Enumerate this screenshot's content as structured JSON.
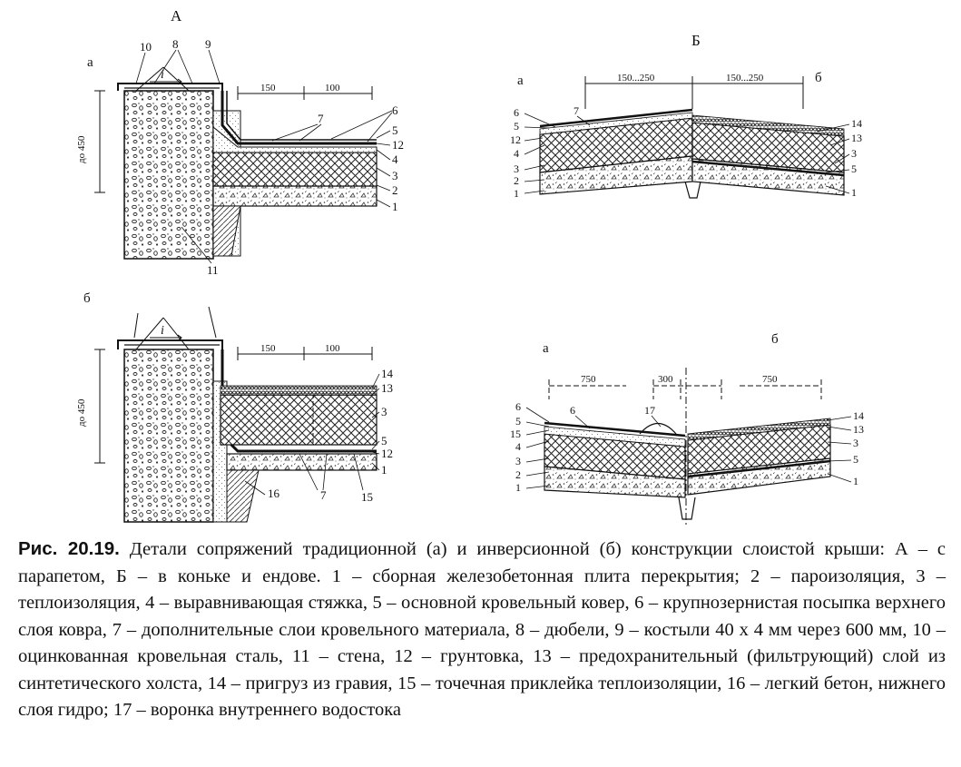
{
  "panels": {
    "A": {
      "title": "А",
      "sub_a": "а",
      "sub_b": "б",
      "dim_vertical": "до 450",
      "dim_1": "150",
      "dim_2": "100",
      "slope": "i"
    },
    "B": {
      "title": "Б",
      "sub_a_top": "а",
      "sub_b_top": "б",
      "dim_top_left": "150...250",
      "dim_top_right": "150...250",
      "sub_a_bottom": "а",
      "sub_b_bottom": "б",
      "dim_bot_1": "750",
      "dim_bot_2": "300",
      "dim_bot_3": "750"
    }
  },
  "callouts": {
    "Aa": [
      "10",
      "8",
      "9",
      "7",
      "6",
      "5",
      "12",
      "4",
      "3",
      "2",
      "1",
      "11"
    ],
    "Ab": [
      "14",
      "13",
      "3",
      "5",
      "12",
      "1",
      "16",
      "7",
      "15"
    ],
    "Ba_left": [
      "6",
      "5",
      "12",
      "4",
      "3",
      "2",
      "1",
      "7"
    ],
    "Ba_right": [
      "14",
      "13",
      "3",
      "5",
      "1"
    ],
    "Bb_left": [
      "6",
      "5",
      "15",
      "4",
      "3",
      "2",
      "1",
      "6",
      "17"
    ],
    "Bb_right": [
      "14",
      "13",
      "3",
      "5",
      "1"
    ]
  },
  "caption": {
    "label": "Рис. 20.19.",
    "text": " Детали сопряжений традиционной (а) и инверсионной (б) конструкции слоистой крыши: А – с парапетом, Б – в коньке и ендове. 1 – сборная железобетонная плита перекрытия; 2 – пароизоляция, 3 – теплоизоляция, 4 –  выравнивающая стяжка, 5 – основной кровельный ковер,  6 – крупнозернистая посыпка верхнего слоя ковра, 7 – дополнительные слои кровельного материала, 8 – дюбели, 9 – костыли 40 х 4 мм через 600 мм, 10 – оцинкованная кровельная сталь, 11 – стена, 12 – грунтовка, 13 – предохранительный (фильтрующий) слой из синтетического холста, 14 – пригруз из гравия, 15 – точечная приклейка теплоизоляции, 16  – легкий бетон, нижнего слоя гидро; 17 – воронка внутреннего водостока"
  }
}
